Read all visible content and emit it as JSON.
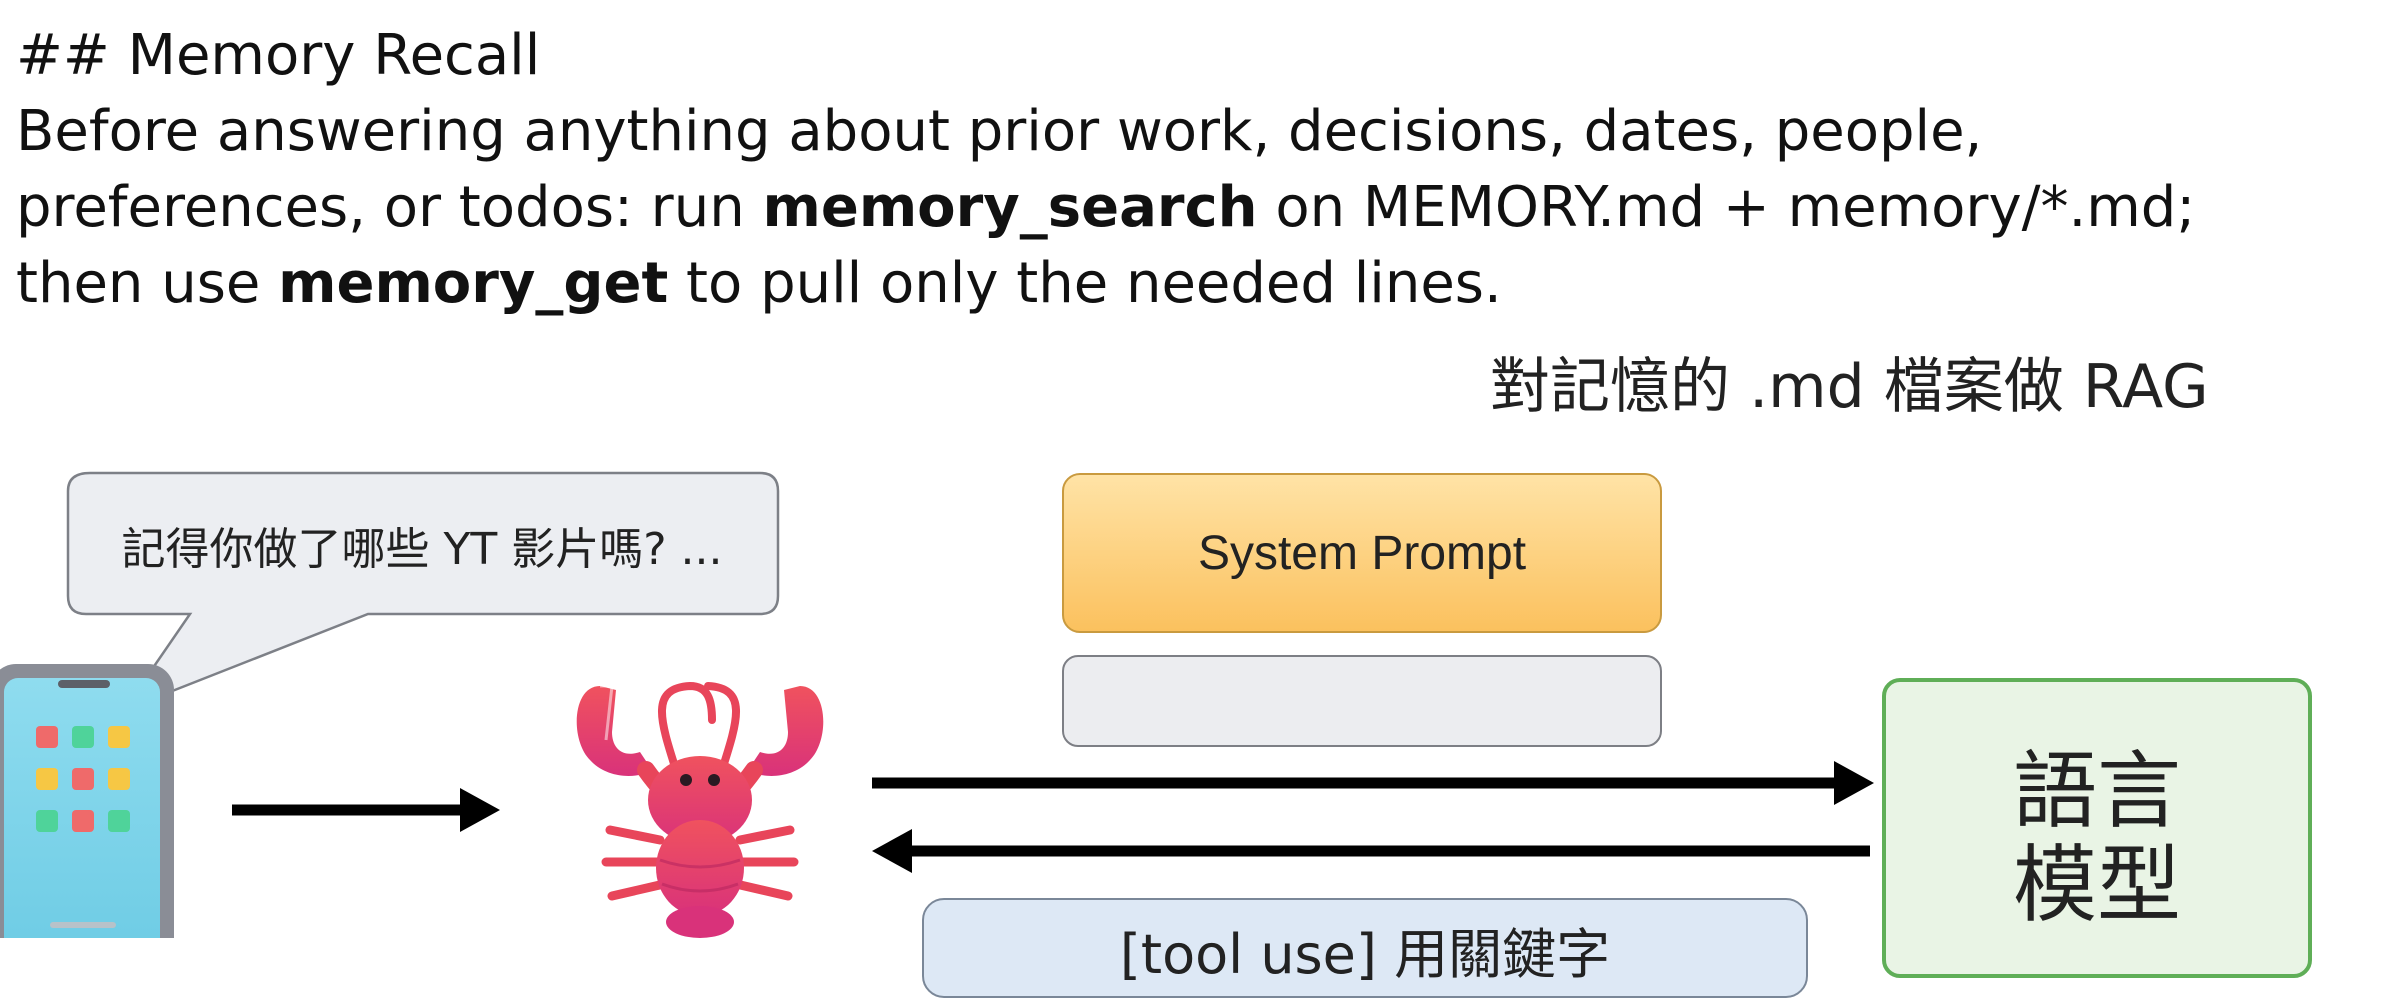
{
  "header": {
    "heading": "## Memory Recall",
    "line1": "Before answering anything about prior work, decisions, dates, people,",
    "line2_pre": "preferences, or todos: run ",
    "line2_bold": "memory_search",
    "line2_post": " on MEMORY.md + memory/*.md;",
    "line3_pre": "then use ",
    "line3_bold": "memory_get",
    "line3_post": " to pull only the needed lines."
  },
  "caption": "對記憶的 .md 檔案做 RAG",
  "speech_bubble": "記得你做了哪些 YT 影片嗎? ...",
  "system_prompt": "System Prompt",
  "language_model": {
    "line1": "語言",
    "line2": "模型"
  },
  "tool_use": "[tool use] 用關鍵字",
  "icons": [
    "smartphone-icon",
    "lobster-icon"
  ],
  "colors": {
    "system_prompt_fill": "#fbc15e",
    "language_model_border": "#5fae57",
    "language_model_fill": "#e9f4e5",
    "bubble_fill": "#eceef2",
    "tool_box_fill": "#dde8f5",
    "lobster": "#e8455a"
  }
}
